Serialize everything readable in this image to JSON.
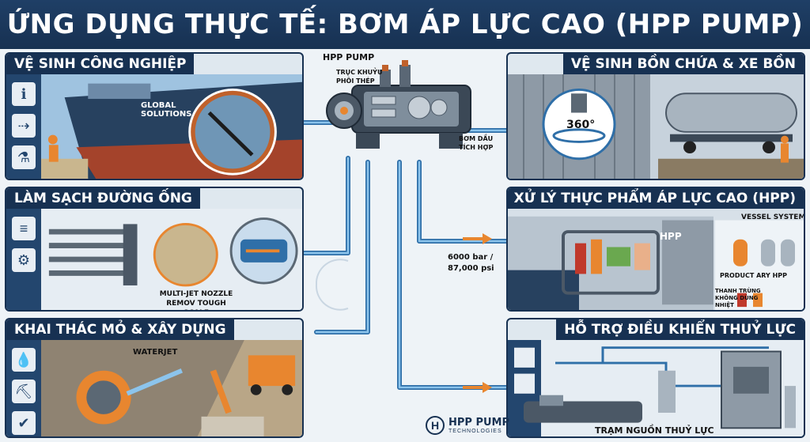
{
  "title": "ỨNG DỤNG THỰC TẾ: BƠM ÁP LỰC CAO (HPP PUMP)",
  "pump": {
    "name": "HPP PUMP",
    "crankshaft": "TRỤC KHUỶU PHÔI THÉP",
    "oil_pump": "BƠM DẦU TÍCH HỢP"
  },
  "panels": {
    "industrial": {
      "title": "VỆ SINH CÔNG NGHIỆP",
      "ship_brand": "GLOBAL SOLUTIONS"
    },
    "pipeline": {
      "title": "LÀM SẠCH ĐƯỜNG ỐNG",
      "caption": "MULTI-JET NOZZLE REMOV TOUGH SCALE"
    },
    "mining": {
      "title": "KHAI THÁC MỎ & XÂY DỰNG",
      "caption": "WATERJET"
    },
    "tank": {
      "title": "VỆ SINH BỒN CHỨA & XE BỒN",
      "badge": "360°"
    },
    "food": {
      "title": "XỬ LÝ THỰC PHẨM ÁP LỰC CAO (HPP)",
      "machine_label": "HPP",
      "vessel": "VESSEL SYSTEM",
      "product": "PRODUCT ARY HPP",
      "sterile": "THANH TRÙNG KHÔNG DÙNG NHIỆT"
    },
    "hydraulic": {
      "title": "HỖ TRỢ ĐIỀU KHIỂN THUỶ LỰC",
      "caption": "TRẠM NGUỒN THUỶ LỰC"
    }
  },
  "pressure": {
    "bar": "6000 bar /",
    "psi": "87,000 psi"
  },
  "logo": {
    "mark": "H",
    "name": "HPP PUMP",
    "sub": "TECHNOLOGIES"
  },
  "colors": {
    "navy": "#173152",
    "pipe": "#4a90c8",
    "rust": "#c0612b",
    "orange": "#e8862f"
  }
}
